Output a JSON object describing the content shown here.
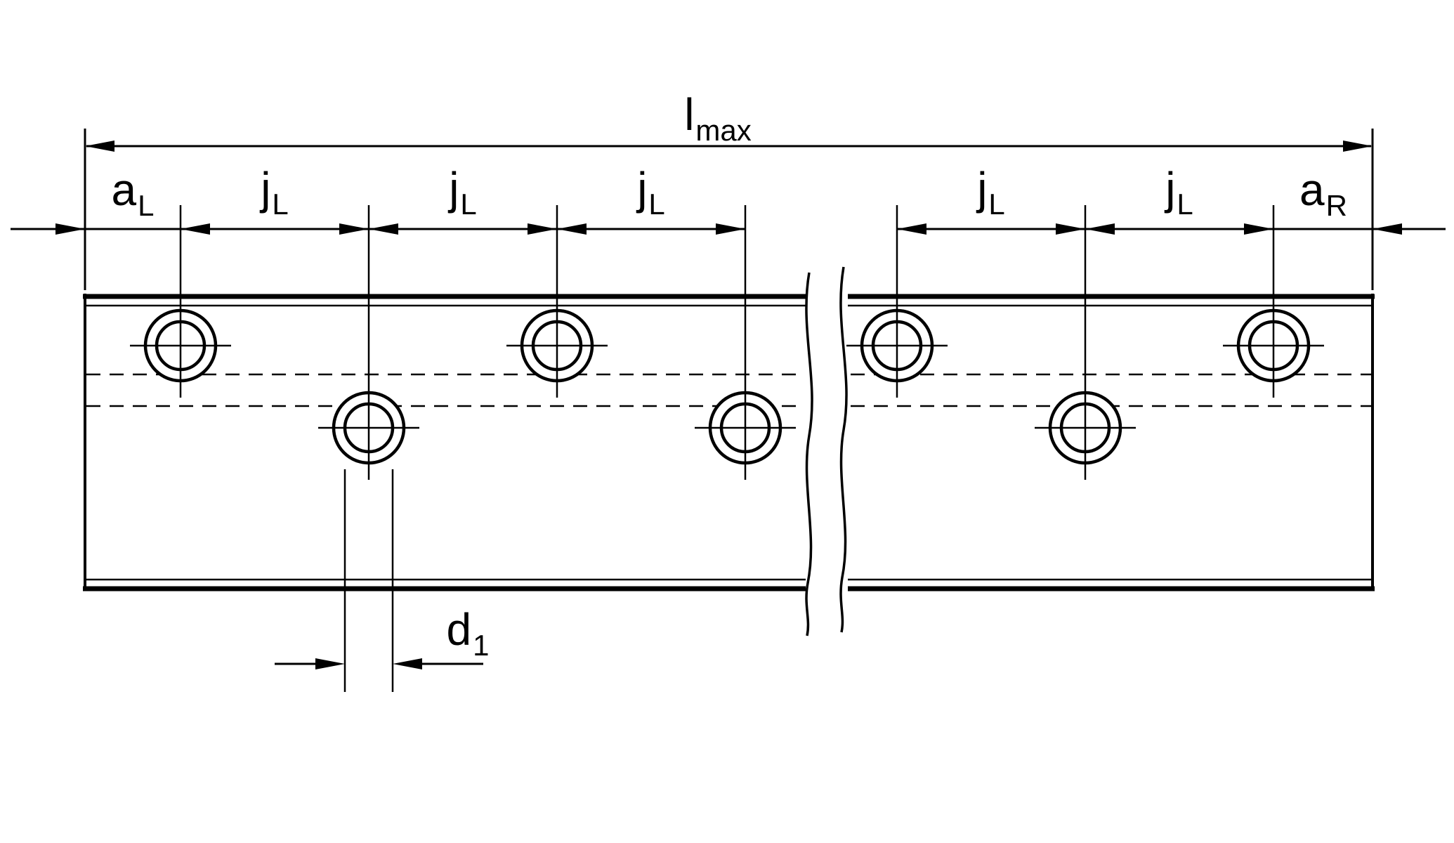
{
  "drawing": {
    "kind": "dimensioned-technical-drawing",
    "subject": "guide rail top view with staggered mounting holes, shown broken/shortened in the middle",
    "background_color": "#ffffff",
    "line_color": "#000000"
  },
  "labels": {
    "overall_length": {
      "base": "l",
      "sub": "max"
    },
    "end_distance_left": {
      "base": "a",
      "sub": "L"
    },
    "pitch": {
      "base": "j",
      "sub": "L"
    },
    "end_distance_right": {
      "base": "a",
      "sub": "R"
    },
    "hole_diameter": {
      "base": "d",
      "sub": "1"
    }
  }
}
